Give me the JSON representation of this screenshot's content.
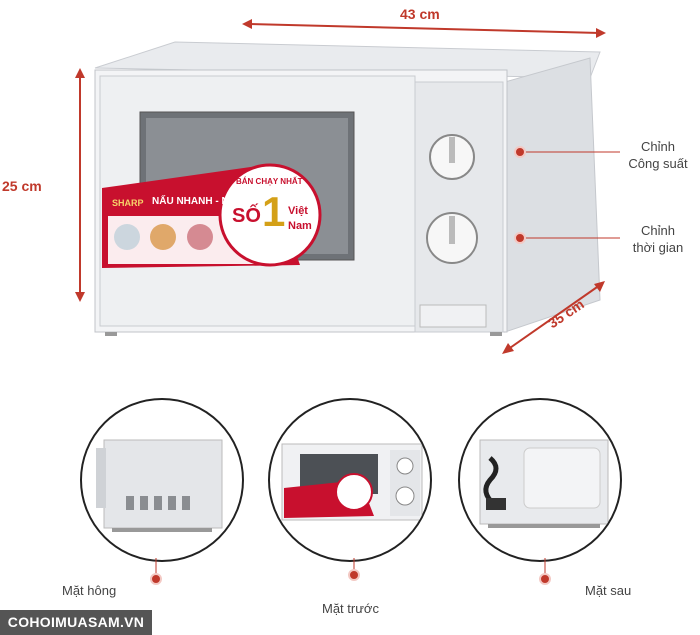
{
  "dimensions": {
    "width": "43 cm",
    "height": "25 cm",
    "depth": "35 cm"
  },
  "callouts": {
    "power_line1": "Chỉnh",
    "power_line2": "Công suất",
    "timer_line1": "Chỉnh",
    "timer_line2": "thời gian"
  },
  "views": {
    "side": "Mặt hông",
    "front": "Mặt trước",
    "back": "Mặt sau"
  },
  "banner": {
    "brand": "SHARP",
    "slogan": "NẤU NHANH - NẤU NGON",
    "badge_top": "BÁN CHẠY NHẤT",
    "badge_so": "SỐ",
    "badge_one": "1",
    "badge_country_1": "Việt",
    "badge_country_2": "Nam"
  },
  "watermark": "COHOIMUASAM.VN",
  "colors": {
    "accent": "#c0392b",
    "banner_red": "#c8102e"
  }
}
